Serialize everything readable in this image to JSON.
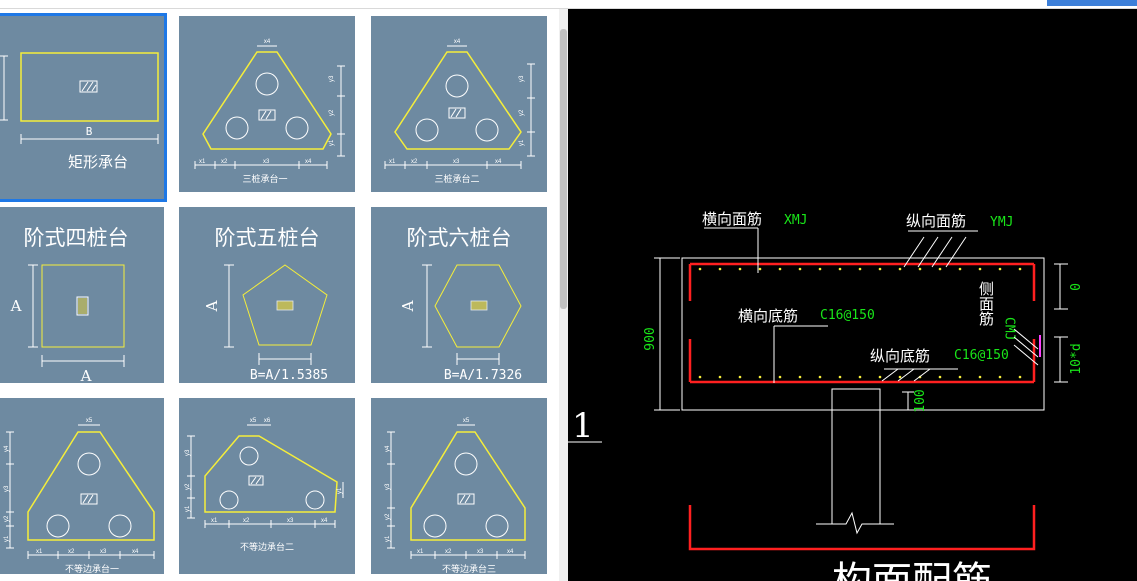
{
  "tiles": {
    "rect": {
      "dim_b": "B",
      "label": "矩形承台"
    },
    "three1": {
      "label": "三桩承台一",
      "dx1": "x1",
      "dx2": "x2",
      "dx3": "x3",
      "dx4": "x4",
      "dy1": "y1",
      "dy2": "y2",
      "dy3": "y3"
    },
    "three2": {
      "label": "三桩承台二",
      "dx1": "x1",
      "dx2": "x2",
      "dx3": "x3",
      "dx4": "x4",
      "dy1": "y1",
      "dy2": "y2",
      "dy3": "y3"
    },
    "four": {
      "title": "阶式四桩台",
      "dim_left": "A",
      "dim_bottom": "A"
    },
    "five": {
      "title": "阶式五桩台",
      "dim_left": "A",
      "dim_bottom": "B=A/1.5385"
    },
    "six": {
      "title": "阶式六桩台",
      "dim_left": "A",
      "dim_bottom": "B=A/1.7326"
    },
    "uneq1": {
      "label": "不等边承台一",
      "dx1": "x1",
      "dx2": "x2",
      "dx3": "x3",
      "dx4": "x4",
      "dx5": "x5",
      "dy1": "y1",
      "dy2": "y2",
      "dy3": "y3",
      "dy4": "y4"
    },
    "uneq2": {
      "label": "不等边承台二",
      "dx1": "x1",
      "dx2": "x2",
      "dx3": "x3",
      "dx4": "x4",
      "dx5": "x5",
      "dx6": "x6",
      "dy1": "y1",
      "dy2": "y2",
      "dy3": "y3"
    },
    "uneq3": {
      "label": "不等边承台三",
      "dx1": "x1",
      "dx2": "x2",
      "dx3": "x3",
      "dx4": "x4",
      "dx5": "x5",
      "dy1": "y1",
      "dy2": "y2",
      "dy3": "y3",
      "dy4": "y4"
    }
  },
  "left_edge_label": "1",
  "cad": {
    "top_rebar_x": "横向面筋",
    "top_rebar_x_code": "XMJ",
    "top_rebar_y": "纵向面筋",
    "top_rebar_y_code": "YMJ",
    "bottom_rebar_x": "横向底筋",
    "bottom_rebar_x_code": "C16@150",
    "bottom_rebar_y": "纵向底筋",
    "bottom_rebar_y_code": "C16@150",
    "side_rebar": "侧面筋",
    "side_rebar_code": "CMJ",
    "dim_height": "900",
    "dim_top": "0",
    "dim_anchor": "10*d",
    "dim_embed": "100",
    "bottom_title": "构面配筋"
  },
  "colors": {
    "tile_bg": "#6e8aa1",
    "yellow": "#f5ee3a",
    "selection": "#1e78e6",
    "cad_red": "#ff2020",
    "cad_green": "#19e619",
    "cad_magenta": "#ff40ff"
  }
}
